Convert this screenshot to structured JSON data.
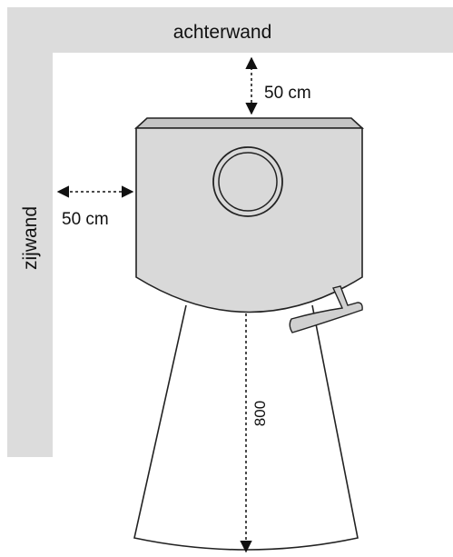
{
  "walls": {
    "back_label": "achterwand",
    "side_label": "zijwand"
  },
  "dimensions": {
    "back_clearance": "50 cm",
    "side_clearance": "50 cm",
    "front_clearance": "800"
  },
  "colors": {
    "wall": "#dcdcdc",
    "stove_body": "#d9d9d9",
    "stove_top": "#c4c4c4",
    "outline": "#222222",
    "handle": "#d0d0d0"
  }
}
